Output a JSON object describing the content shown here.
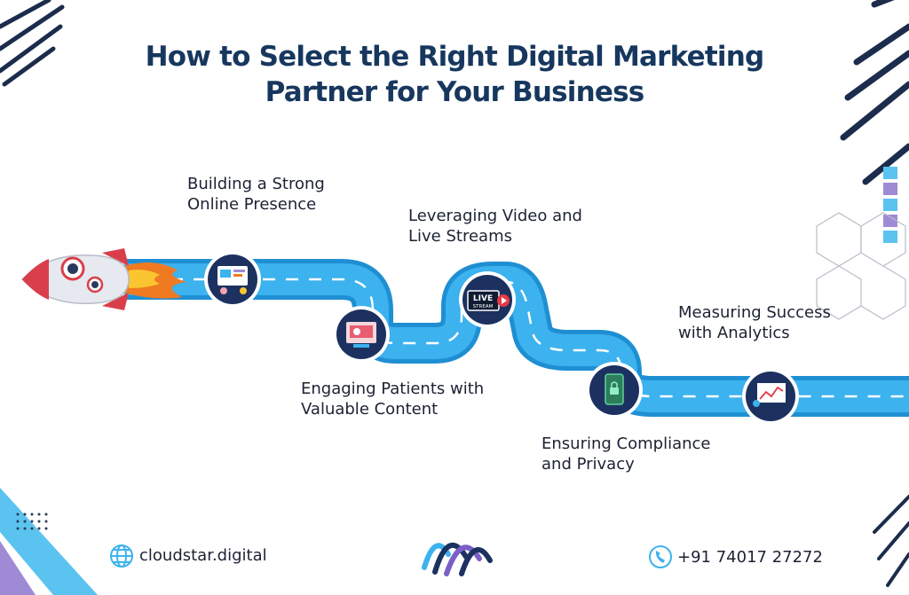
{
  "title": {
    "line1": "How to Select the Right Digital Marketing",
    "line2": "Partner for Your Business"
  },
  "steps": [
    {
      "line1": "Building a Strong",
      "line2": "Online Presence",
      "icon": "website-building-icon"
    },
    {
      "line1": "Engaging Patients with",
      "line2": "Valuable Content",
      "icon": "content-creation-icon"
    },
    {
      "line1": "Leveraging Video and",
      "line2": "Live Streams",
      "icon": "live-stream-icon"
    },
    {
      "line1": "Ensuring Compliance",
      "line2": "and Privacy",
      "icon": "phone-lock-icon"
    },
    {
      "line1": "Measuring Success",
      "line2": "with Analytics",
      "icon": "analytics-board-icon"
    }
  ],
  "live_badge": {
    "top": "LIVE",
    "bottom": "STREAM"
  },
  "footer": {
    "website": "cloudstar.digital",
    "phone": "+91 74017 27272"
  },
  "colors": {
    "title": "#17375e",
    "road": "#3cb2ee",
    "road_edge": "#1f8fd3",
    "icon_circle": "#1c3160"
  }
}
